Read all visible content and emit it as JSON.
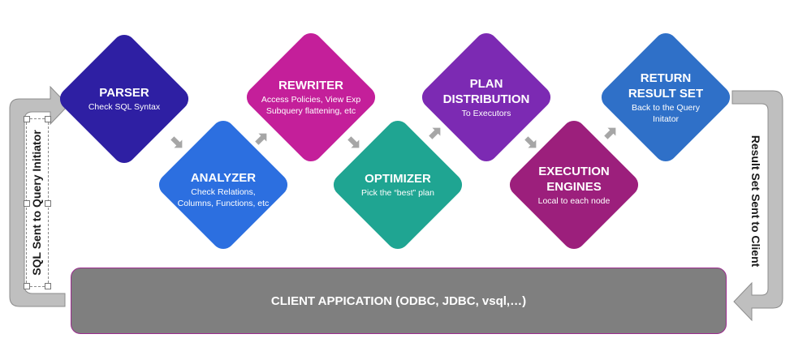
{
  "colors": {
    "parser": "#2e1fa3",
    "analyzer": "#2c6fe0",
    "rewriter": "#c41f9a",
    "optimizer": "#1fa592",
    "distribution": "#7c2ab3",
    "engines": "#9c1f7c",
    "return": "#2f70c8",
    "small_arrow": "#a6a6a6",
    "side_arrow": "#bfbfbf",
    "client_bar": "#7f7f7f"
  },
  "nodes": {
    "parser": {
      "title": "PARSER",
      "desc": "Check SQL Syntax"
    },
    "analyzer": {
      "title": "ANALYZER",
      "desc": "Check Relations,\nColumns, Functions, etc"
    },
    "rewriter": {
      "title": "REWRITER",
      "desc": "Access Policies, View Exp\nSubquery flattening, etc"
    },
    "optimizer": {
      "title": "OPTIMIZER",
      "desc": "Pick the “best” plan"
    },
    "distribution": {
      "title": "PLAN\nDISTRIBUTION",
      "desc": "To Executors"
    },
    "engines": {
      "title": "EXECUTION\nENGINES",
      "desc": "Local to each node"
    },
    "return": {
      "title": "RETURN\nRESULT SET",
      "desc": "Back to the Query\nInitator"
    }
  },
  "client": {
    "label": "CLIENT APPICATION (ODBC, JDBC, vsql,…)"
  },
  "side": {
    "left_label": "SQL Sent to Query Initiator",
    "right_label": "Result Set Sent to Client"
  }
}
